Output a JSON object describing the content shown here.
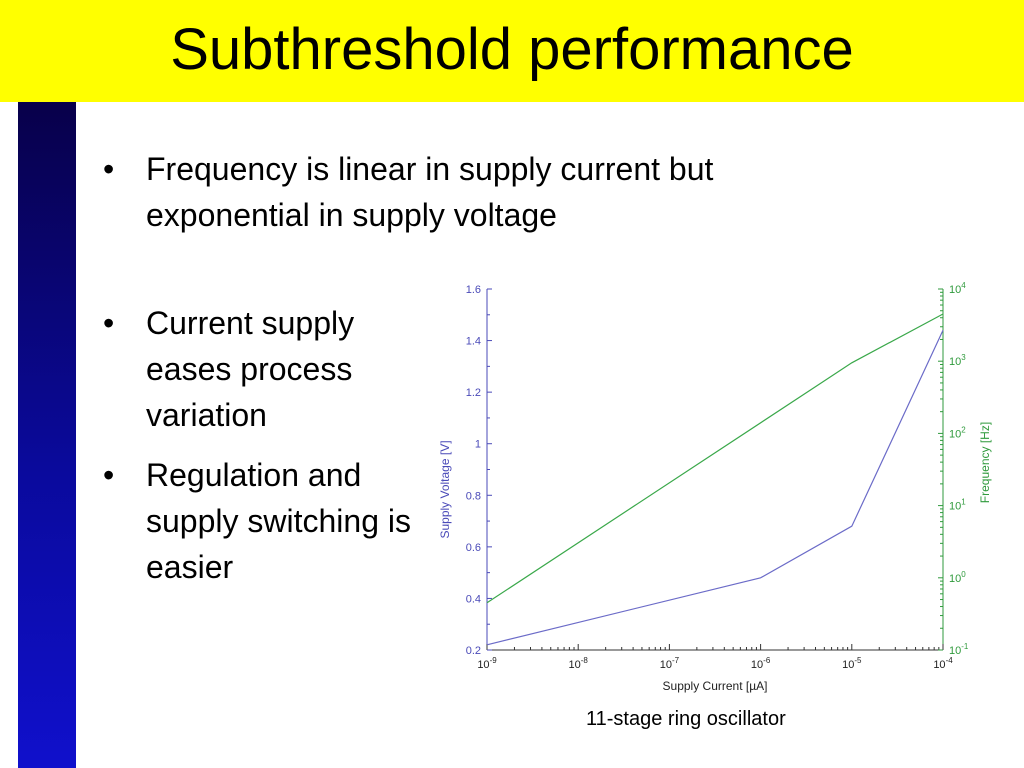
{
  "slide": {
    "title": "Subthreshold performance",
    "bullets": [
      "Frequency is linear in supply current but exponential in supply voltage",
      "Current supply eases process variation",
      "Regulation and supply switching is easier"
    ],
    "caption": "11-stage ring oscillator"
  },
  "colors": {
    "title_bg": "#ffff00",
    "sidebar": "#0a0a9c",
    "voltage_series": "#6b6bc8",
    "frequency_series": "#3aa84a"
  },
  "chart_data": {
    "type": "line",
    "xlabel": "Supply Current [µA]",
    "ylabel_left": "Supply Voltage [V]",
    "ylabel_right": "Frequency [Hz]",
    "x_scale": "log",
    "x_ticks": [
      "10^-9",
      "10^-8",
      "10^-7",
      "10^-6",
      "10^-5",
      "10^-4"
    ],
    "xlim": [
      1e-09,
      0.0001
    ],
    "ylim_left": [
      0.2,
      1.6
    ],
    "y_ticks_left": [
      "0.2",
      "0.4",
      "0.6",
      "0.8",
      "1",
      "1.2",
      "1.4",
      "1.6"
    ],
    "ylim_right": [
      0.1,
      10000
    ],
    "right_scale": "log",
    "y_ticks_right": [
      "10^-1",
      "10^0",
      "10^1",
      "10^2",
      "10^3",
      "10^4"
    ],
    "grid": false,
    "series": [
      {
        "axis": "left",
        "x": [
          1e-09,
          1e-06,
          1e-05,
          0.0001
        ],
        "y": [
          0.22,
          0.48,
          0.68,
          1.44
        ]
      },
      {
        "axis": "right",
        "x": [
          1e-09,
          1e-05,
          0.0001
        ],
        "y": [
          0.45,
          950,
          4500
        ]
      }
    ]
  }
}
